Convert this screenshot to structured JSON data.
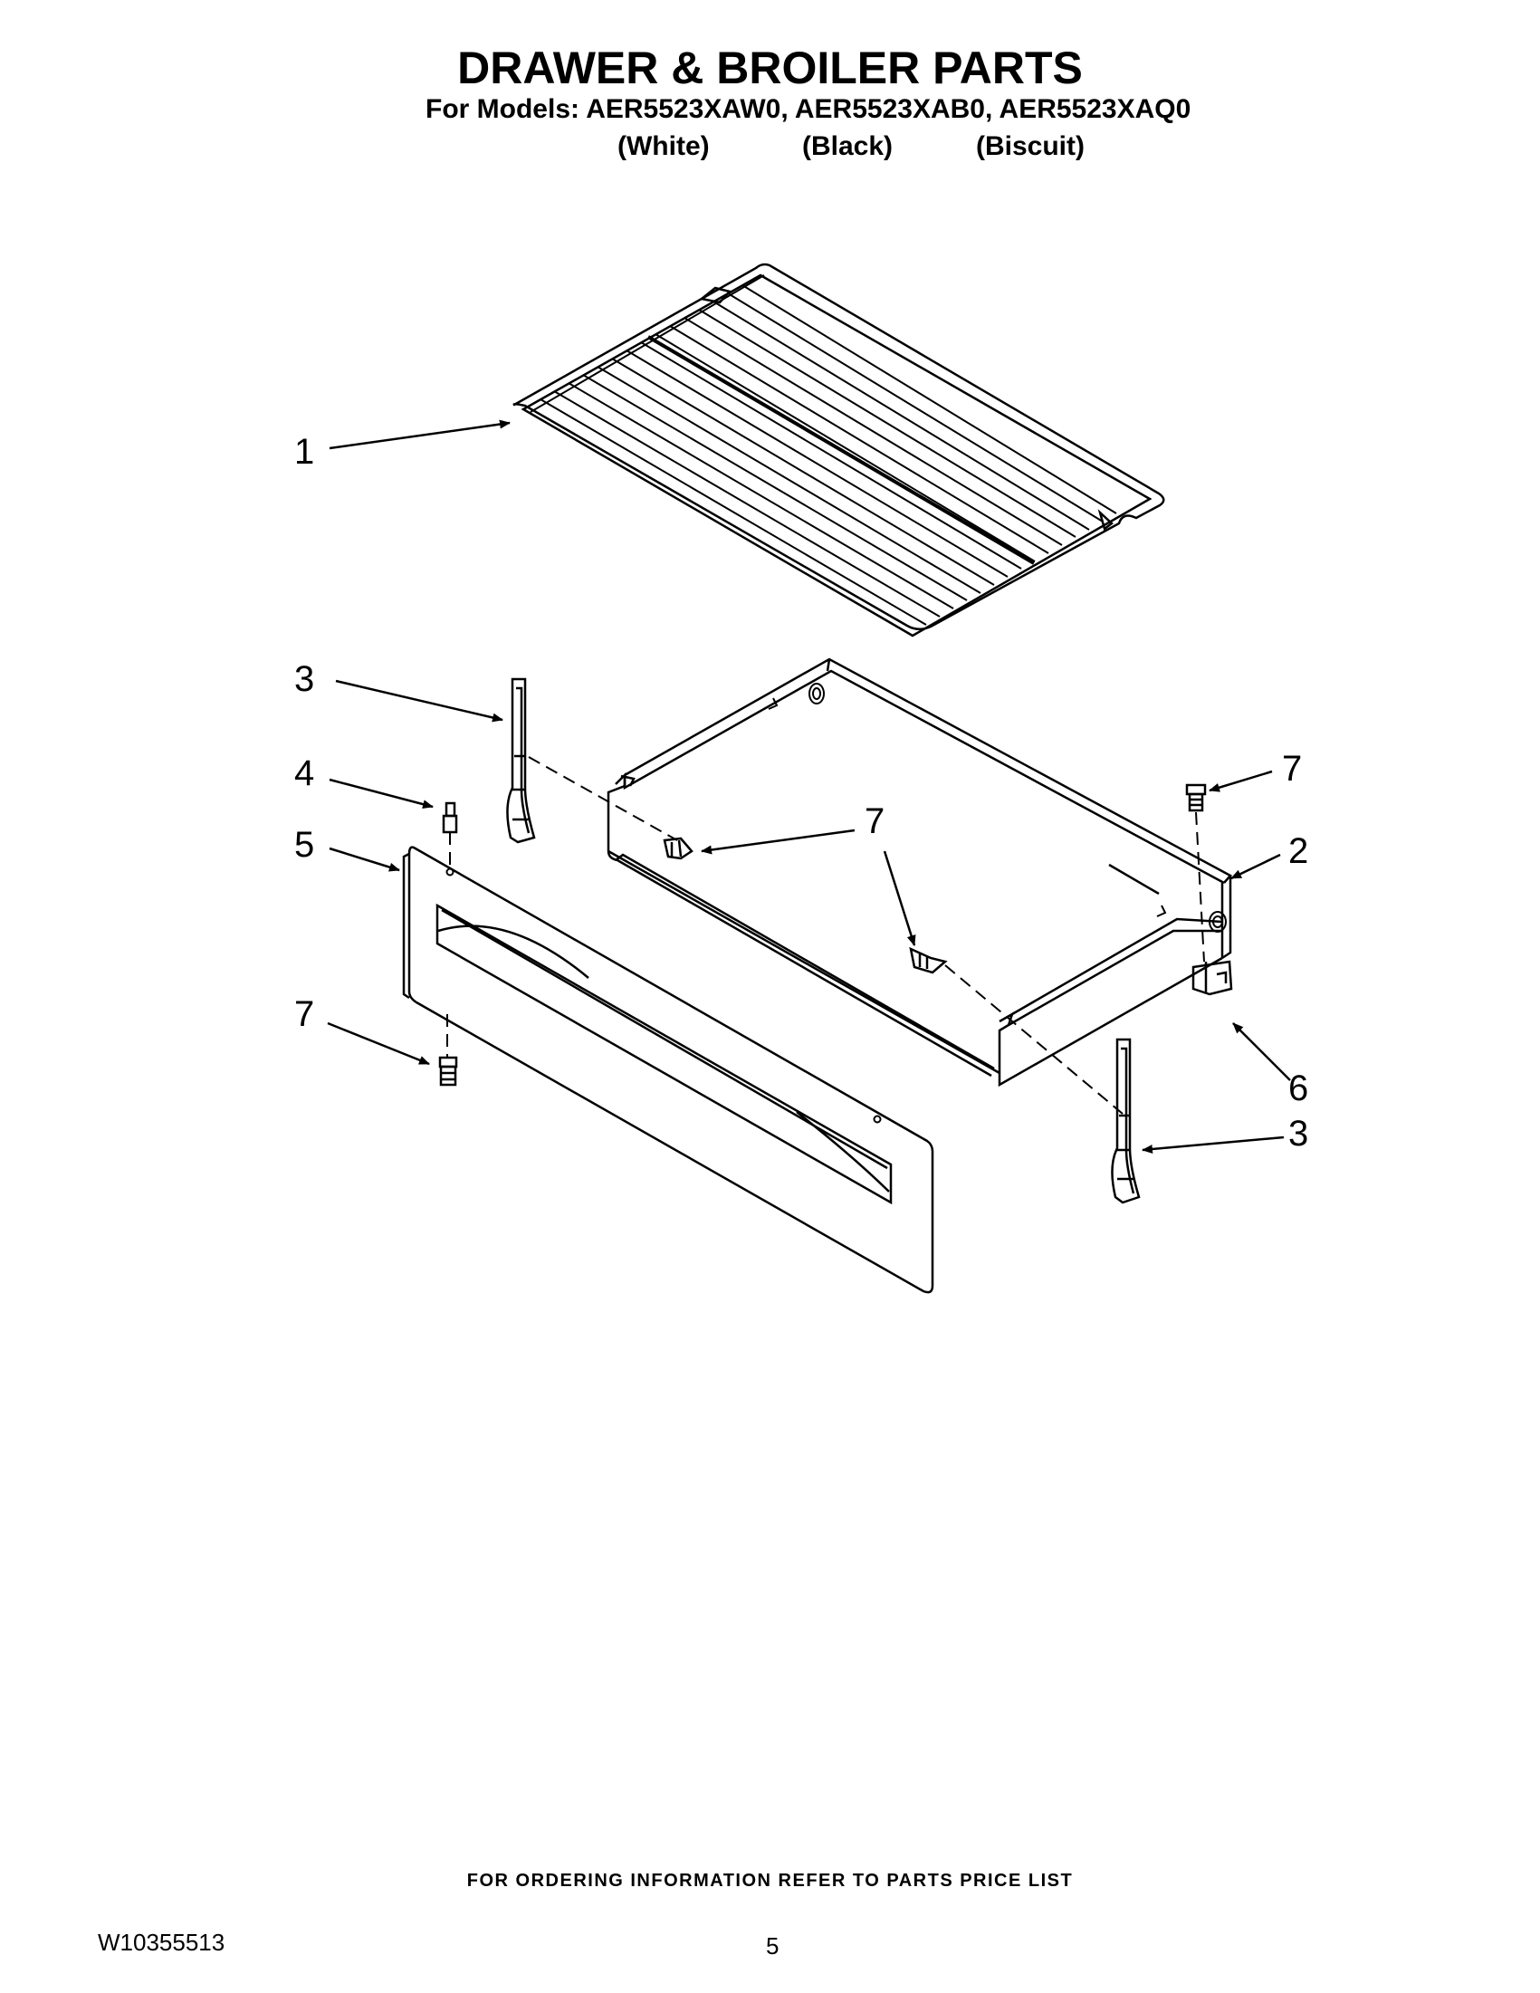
{
  "header": {
    "title": "DRAWER & BROILER PARTS",
    "models_line": "For Models: AER5523XAW0, AER5523XAB0, AER5523XAQ0",
    "colors": [
      "(White)",
      "(Black)",
      "(Biscuit)"
    ]
  },
  "callouts": {
    "rack": "1",
    "drawer": "2",
    "glide_left": "3",
    "glide_right": "3",
    "stud": "4",
    "panel": "5",
    "bracket": "6",
    "screw_top_right": "7",
    "screw_middle": "7",
    "screw_bottom_left": "7"
  },
  "footer": {
    "ordering_note": "FOR ORDERING INFORMATION REFER TO PARTS PRICE LIST",
    "document_number": "W10355513",
    "page_number": "5"
  }
}
